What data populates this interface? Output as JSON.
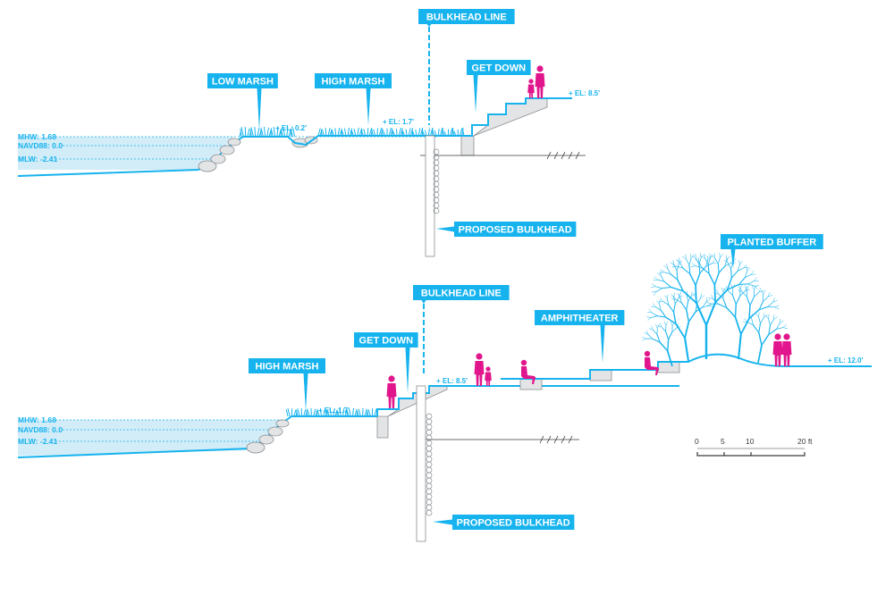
{
  "colors": {
    "accent": "#16b3ee",
    "water": "#cdeaf7",
    "people": "#e2168c",
    "structure_fill": "#e3e4e5",
    "structure_stroke": "#8a8d90",
    "line": "#3a3a3a"
  },
  "top": {
    "water_levels": {
      "mhw": "MHW: 1.68",
      "navd88": "NAVD88: 0.0",
      "mlw": "MLW: -2.41"
    },
    "callouts": {
      "low_marsh": "LOW MARSH",
      "high_marsh": "HIGH MARSH",
      "bulkhead_line": "BULKHEAD LINE",
      "get_down": "GET DOWN",
      "proposed_bulkhead": "PROPOSED BULKHEAD"
    },
    "elevations": {
      "el_02": "+ EL: 0.2'",
      "el_17": "+ EL: 1.7'",
      "el_85": "+ EL: 8.5'"
    }
  },
  "bottom": {
    "water_levels": {
      "mhw": "MHW: 1.68",
      "navd88": "NAVD88: 0.0",
      "mlw": "MLW: -2.41"
    },
    "callouts": {
      "high_marsh": "HIGH MARSH",
      "get_down": "GET DOWN",
      "bulkhead_line": "BULKHEAD LINE",
      "amphitheater": "AMPHITHEATER",
      "planted_buffer": "PLANTED BUFFER",
      "proposed_bulkhead": "PROPOSED BULKHEAD"
    },
    "elevations": {
      "el_17": "+ EL: 1.7'",
      "el_85": "+ EL: 8.5'",
      "el_120": "+ EL: 12.0'"
    }
  },
  "scale_bar": {
    "t0": "0",
    "t5": "5",
    "t10": "10",
    "t20": "20 ft"
  },
  "icons": [
    "person-adult-icon",
    "person-child-icon",
    "seated-person-icon",
    "tree-icon",
    "boulder-icon",
    "grass-icon"
  ]
}
